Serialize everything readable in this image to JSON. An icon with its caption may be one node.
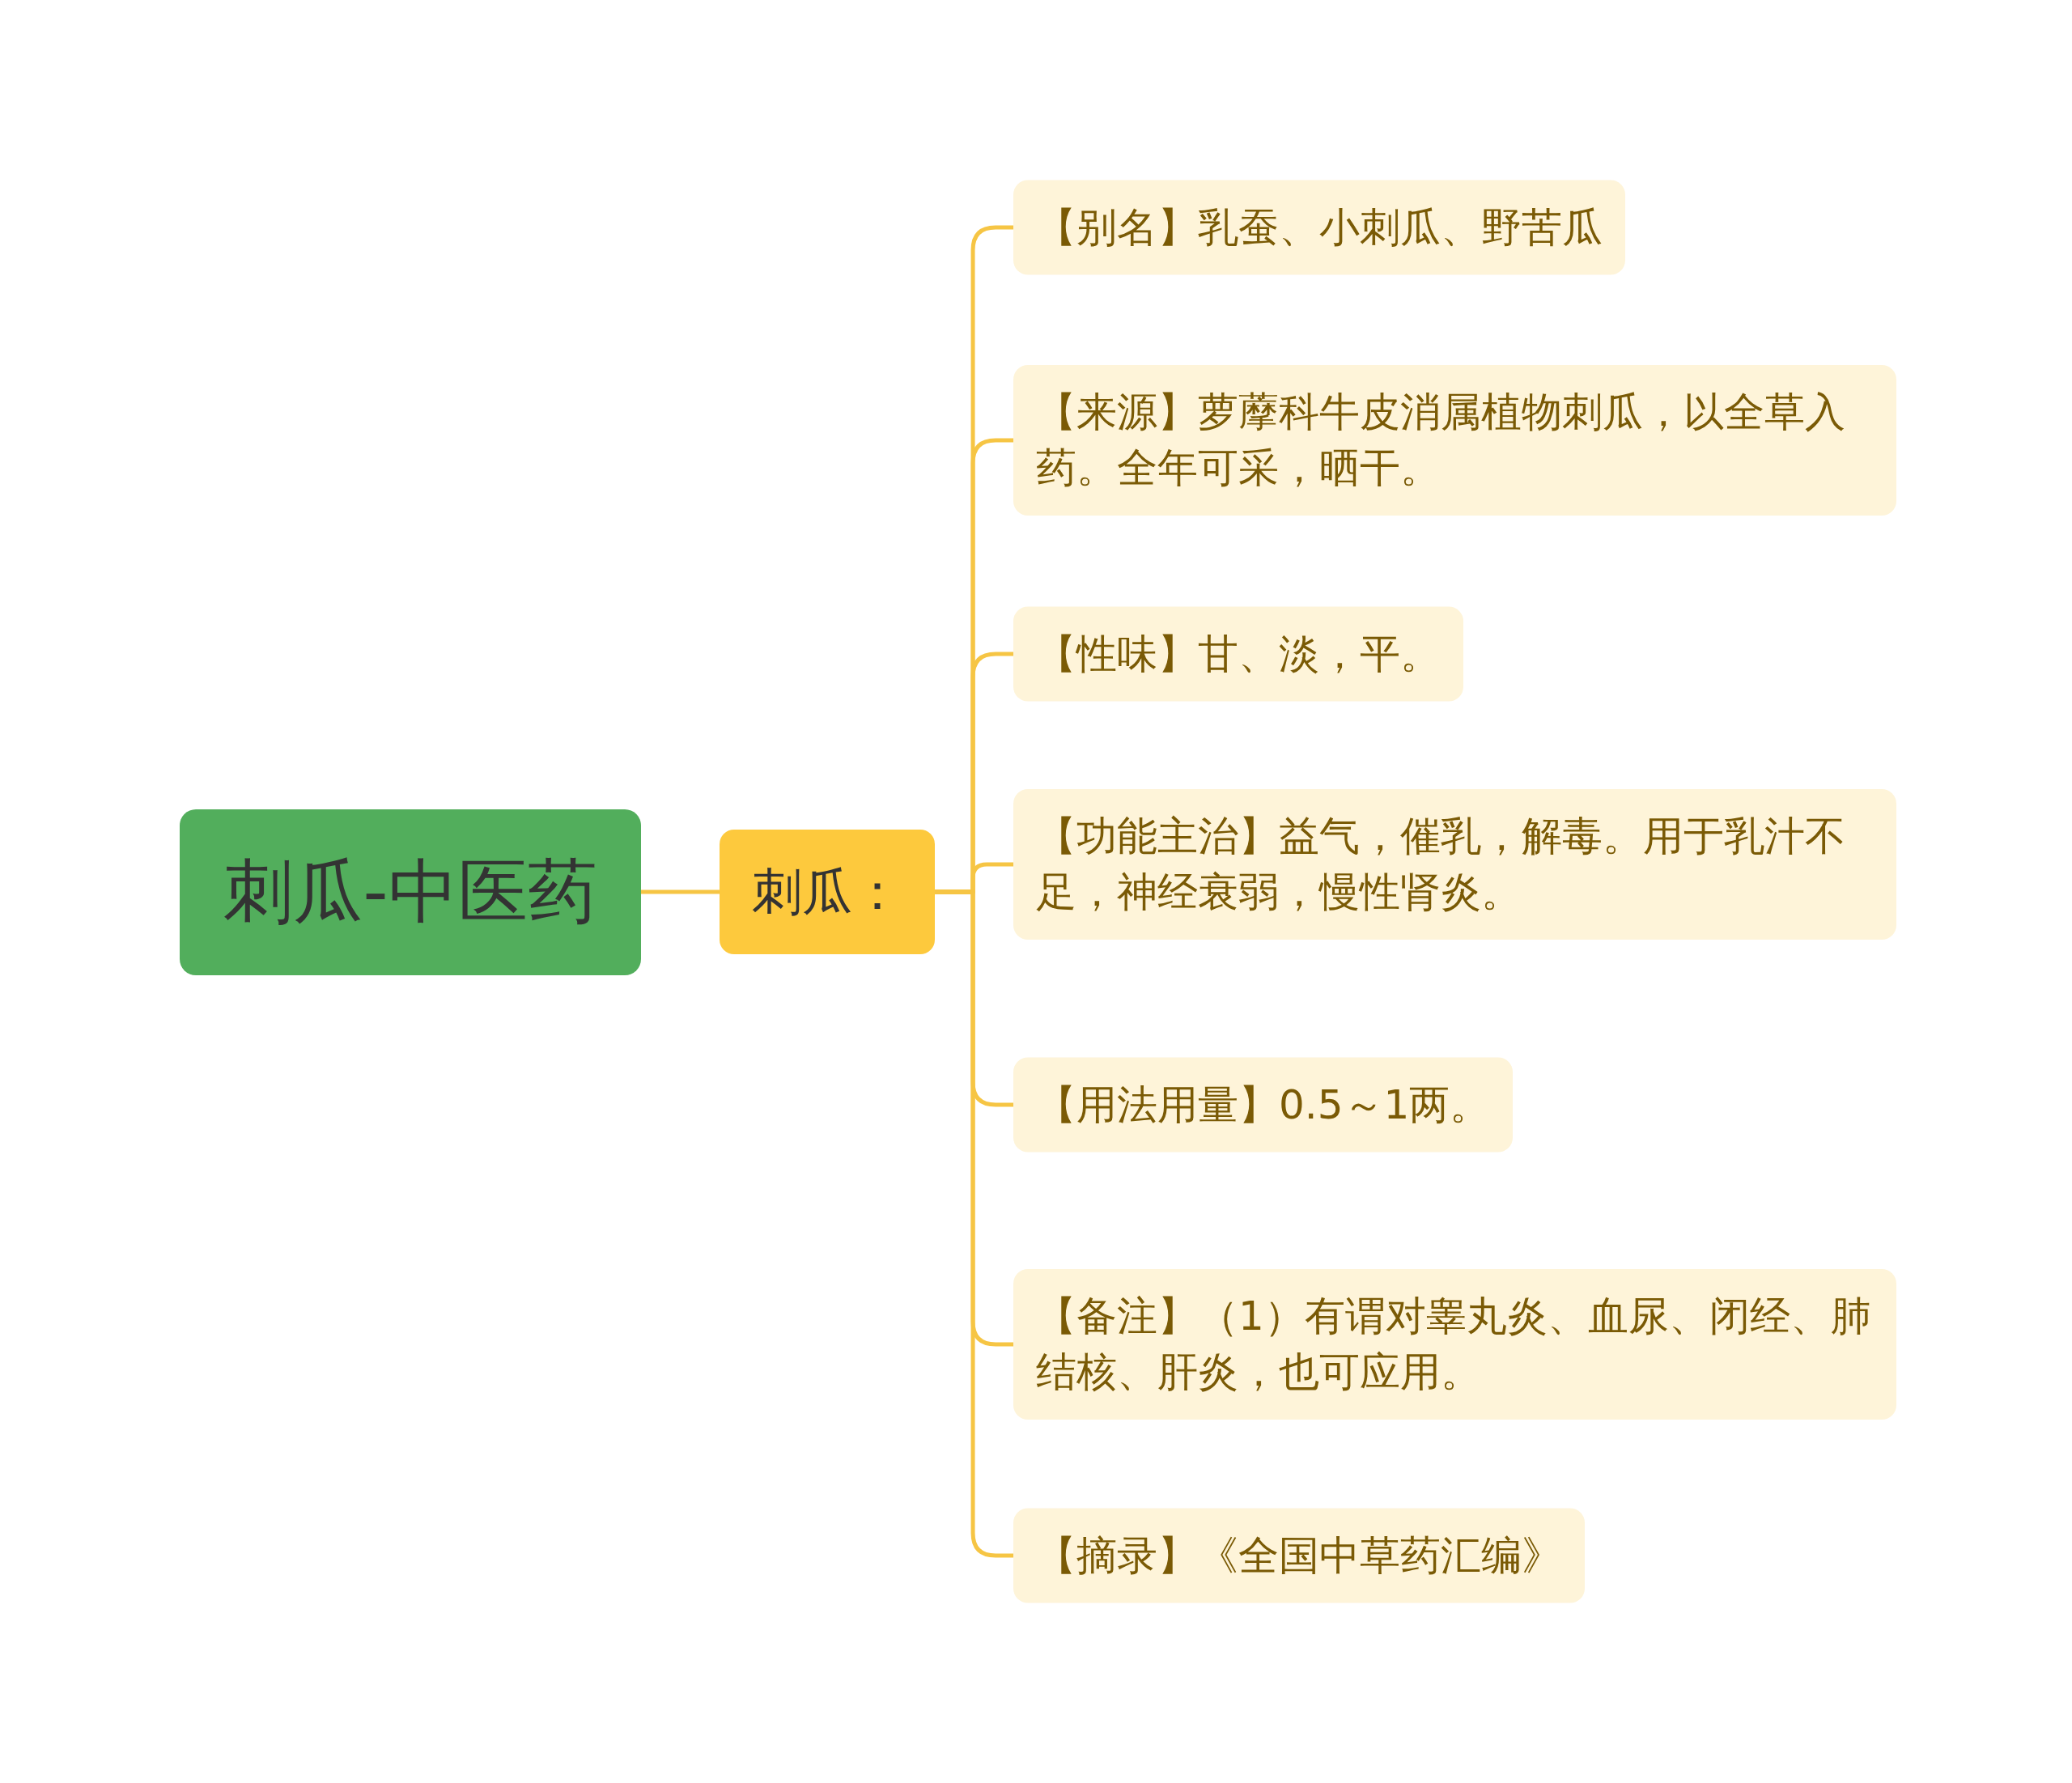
{
  "diagram": {
    "nodes": [
      {
        "text": [
          "刺瓜-中医药"
        ]
      },
      {
        "text": [
          "刺瓜："
        ]
      },
      {
        "text": [
          "【别名】乳蚕、小刺瓜、野苦瓜"
        ]
      },
      {
        "text": [
          "【来源】萝藦科牛皮消属植物刺瓜，以全草入药。全年可采，晒干。"
        ]
      },
      {
        "text": [
          "【性味】甘、淡，平。"
        ]
      },
      {
        "text": [
          "【功能主治】益气，催乳，解毒。用于乳汁不足，神经衰弱，慢性肾炎。"
        ]
      },
      {
        "text": [
          "【用法用量】0.5～1两。"
        ]
      },
      {
        "text": [
          "【备注】（1）有谓对睾丸炎、血尿、闭经、肺结核、肝炎，也可应用。"
        ]
      },
      {
        "text": [
          "【摘录】《全国中草药汇编》"
        ]
      }
    ],
    "edges": [
      {
        "from": 0,
        "to": 1,
        "arrow": "none"
      },
      {
        "from": 1,
        "to": 2,
        "arrow": "none"
      },
      {
        "from": 1,
        "to": 3,
        "arrow": "none"
      },
      {
        "from": 1,
        "to": 4,
        "arrow": "none"
      },
      {
        "from": 1,
        "to": 5,
        "arrow": "none"
      },
      {
        "from": 1,
        "to": 6,
        "arrow": "none"
      },
      {
        "from": 1,
        "to": 7,
        "arrow": "none"
      },
      {
        "from": 1,
        "to": 8,
        "arrow": "none"
      }
    ]
  }
}
